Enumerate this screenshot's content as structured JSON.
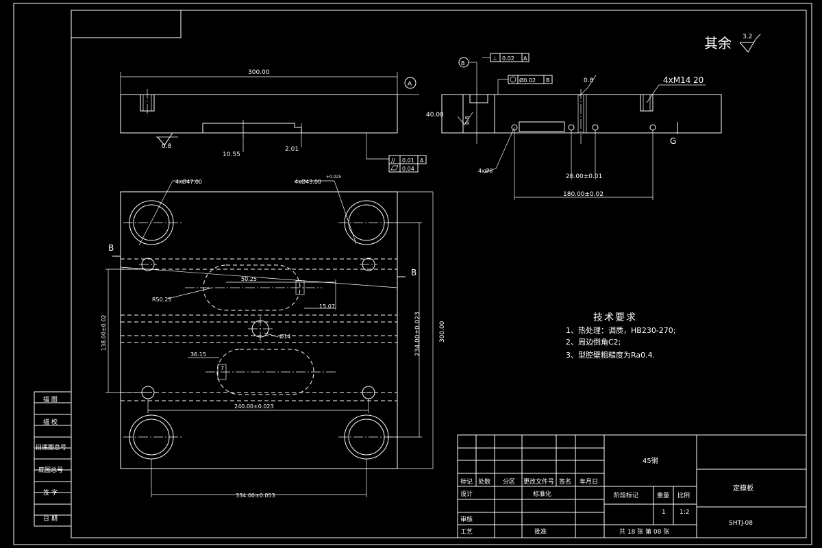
{
  "roughness": {
    "label": "其余",
    "value": "3.2"
  },
  "top_view": {
    "length": "300.00",
    "datum_a": "A",
    "roughness_bottom": "0.8",
    "dim_depth": "10.55",
    "dim_step": "2.01",
    "tol_parallel": "0.01",
    "tol_flat": "0.04",
    "tol_datum": "A"
  },
  "side_view": {
    "datum_b": "B",
    "tol_perp_value": "0.02",
    "tol_perp_datum": "A",
    "tol_pos_value": "Ø0.02",
    "tol_pos_datum": "B",
    "thread": "4xM14",
    "thread_depth": "20",
    "roughness": "0.8",
    "height": "40.00",
    "roughness_small": "0.8",
    "holes": "4xØ6",
    "dim_26": "26.00±0.01",
    "dim_180": "180.00±0.02",
    "section_g": "G"
  },
  "plan_view": {
    "hole_big": "4xØ47.00",
    "hole_big2": "4xØ43.00",
    "hole_big2_tol": "+0.025",
    "section_b_left": "B",
    "section_b_right": "B",
    "dim_50_25": "50.25",
    "dim_r50": "R50.25",
    "dim_15_07": "15.07",
    "dim_phi14": "Ø14",
    "dim_138": "138.00±0.02",
    "dim_234": "234.00±0.023",
    "dim_300": "300.00",
    "dim_36_15": "36.15",
    "dim_7": "7",
    "dim_240": "240.00±0.023",
    "dim_334": "334.00±0.053"
  },
  "tech": {
    "title": "技术要求",
    "items": [
      "1、热处理：调质，HB230-270;",
      "2、周边倒角C2;",
      "3、型腔壁粗糙度为Ra0.4."
    ]
  },
  "side_panel": [
    "描 图",
    "描 校",
    "旧底图总号",
    "底图总号",
    "签 字",
    "日 期"
  ],
  "title_block": {
    "material": "45钢",
    "part_name": "定模板",
    "drawing_no": "SHTJ-08",
    "headers": [
      "标记",
      "处数",
      "分区",
      "更改文件号",
      "签名",
      "年月日"
    ],
    "design": "设计",
    "standard": "标准化",
    "review": "审核",
    "process": "工艺",
    "approve": "批准",
    "stage": "阶段标记",
    "weight": "重量",
    "scale": "比例",
    "weight_val": "1",
    "scale_val": "1:2",
    "sheets": "共 18 张  第 08 张"
  }
}
